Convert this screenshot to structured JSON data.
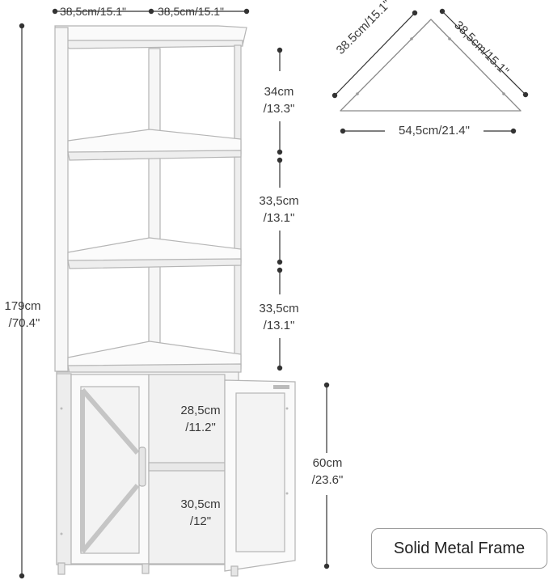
{
  "dimensions": {
    "top_left_width": "38,5cm/15.1\"",
    "top_right_width": "38,5cm/15.1\"",
    "total_height_cm": "179cm",
    "total_height_in": "/70.4\"",
    "shelf1_cm": "34cm",
    "shelf1_in": "/13.3\"",
    "shelf2_cm": "33,5cm",
    "shelf2_in": "/13.1\"",
    "shelf3_cm": "33,5cm",
    "shelf3_in": "/13.1\"",
    "cabinet_upper_cm": "28,5cm",
    "cabinet_upper_in": "/11.2\"",
    "cabinet_lower_cm": "30,5cm",
    "cabinet_lower_in": "/12\"",
    "cabinet_height_cm": "60cm",
    "cabinet_height_in": "/23.6\""
  },
  "top_view": {
    "side_left": "38.5cm/15.1\"",
    "side_right": "38,5cm/15.1\"",
    "front": "54,5cm/21.4\""
  },
  "badge": {
    "label": "Solid Metal Frame"
  }
}
